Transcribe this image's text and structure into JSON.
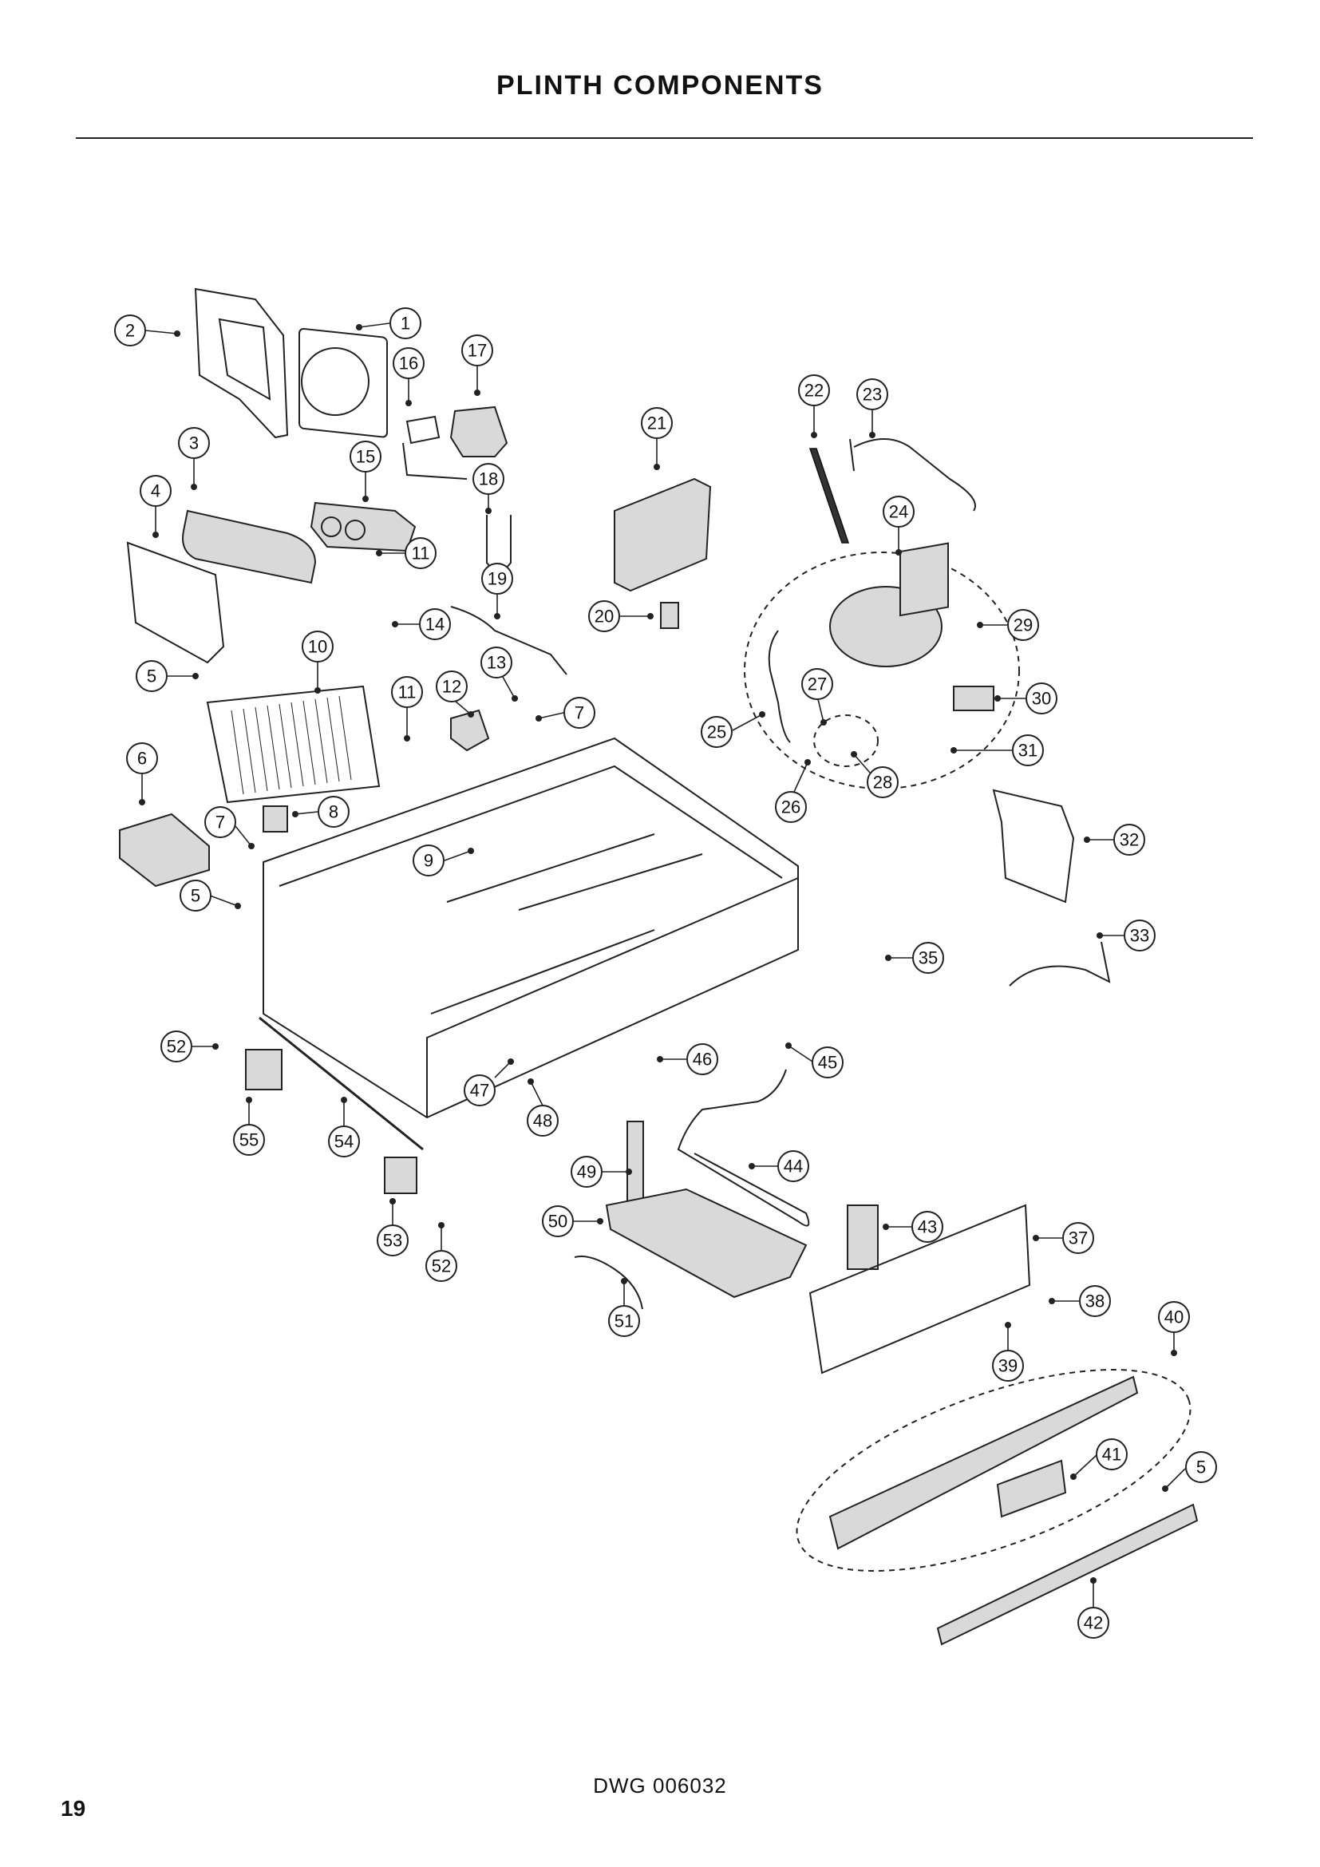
{
  "page": {
    "title": "PLINTH COMPONENTS",
    "drawing_number": "DWG 006032",
    "page_number": "19"
  },
  "callouts": [
    "1",
    "2",
    "3",
    "4",
    "5",
    "6",
    "7",
    "8",
    "9",
    "10",
    "11",
    "12",
    "13",
    "14",
    "15",
    "16",
    "17",
    "18",
    "19",
    "20",
    "21",
    "22",
    "23",
    "24",
    "25",
    "26",
    "27",
    "28",
    "29",
    "30",
    "31",
    "32",
    "33",
    "35",
    "37",
    "38",
    "39",
    "40",
    "41",
    "42",
    "43",
    "44",
    "45",
    "46",
    "47",
    "48",
    "49",
    "50",
    "51",
    "52",
    "53",
    "54",
    "55"
  ]
}
